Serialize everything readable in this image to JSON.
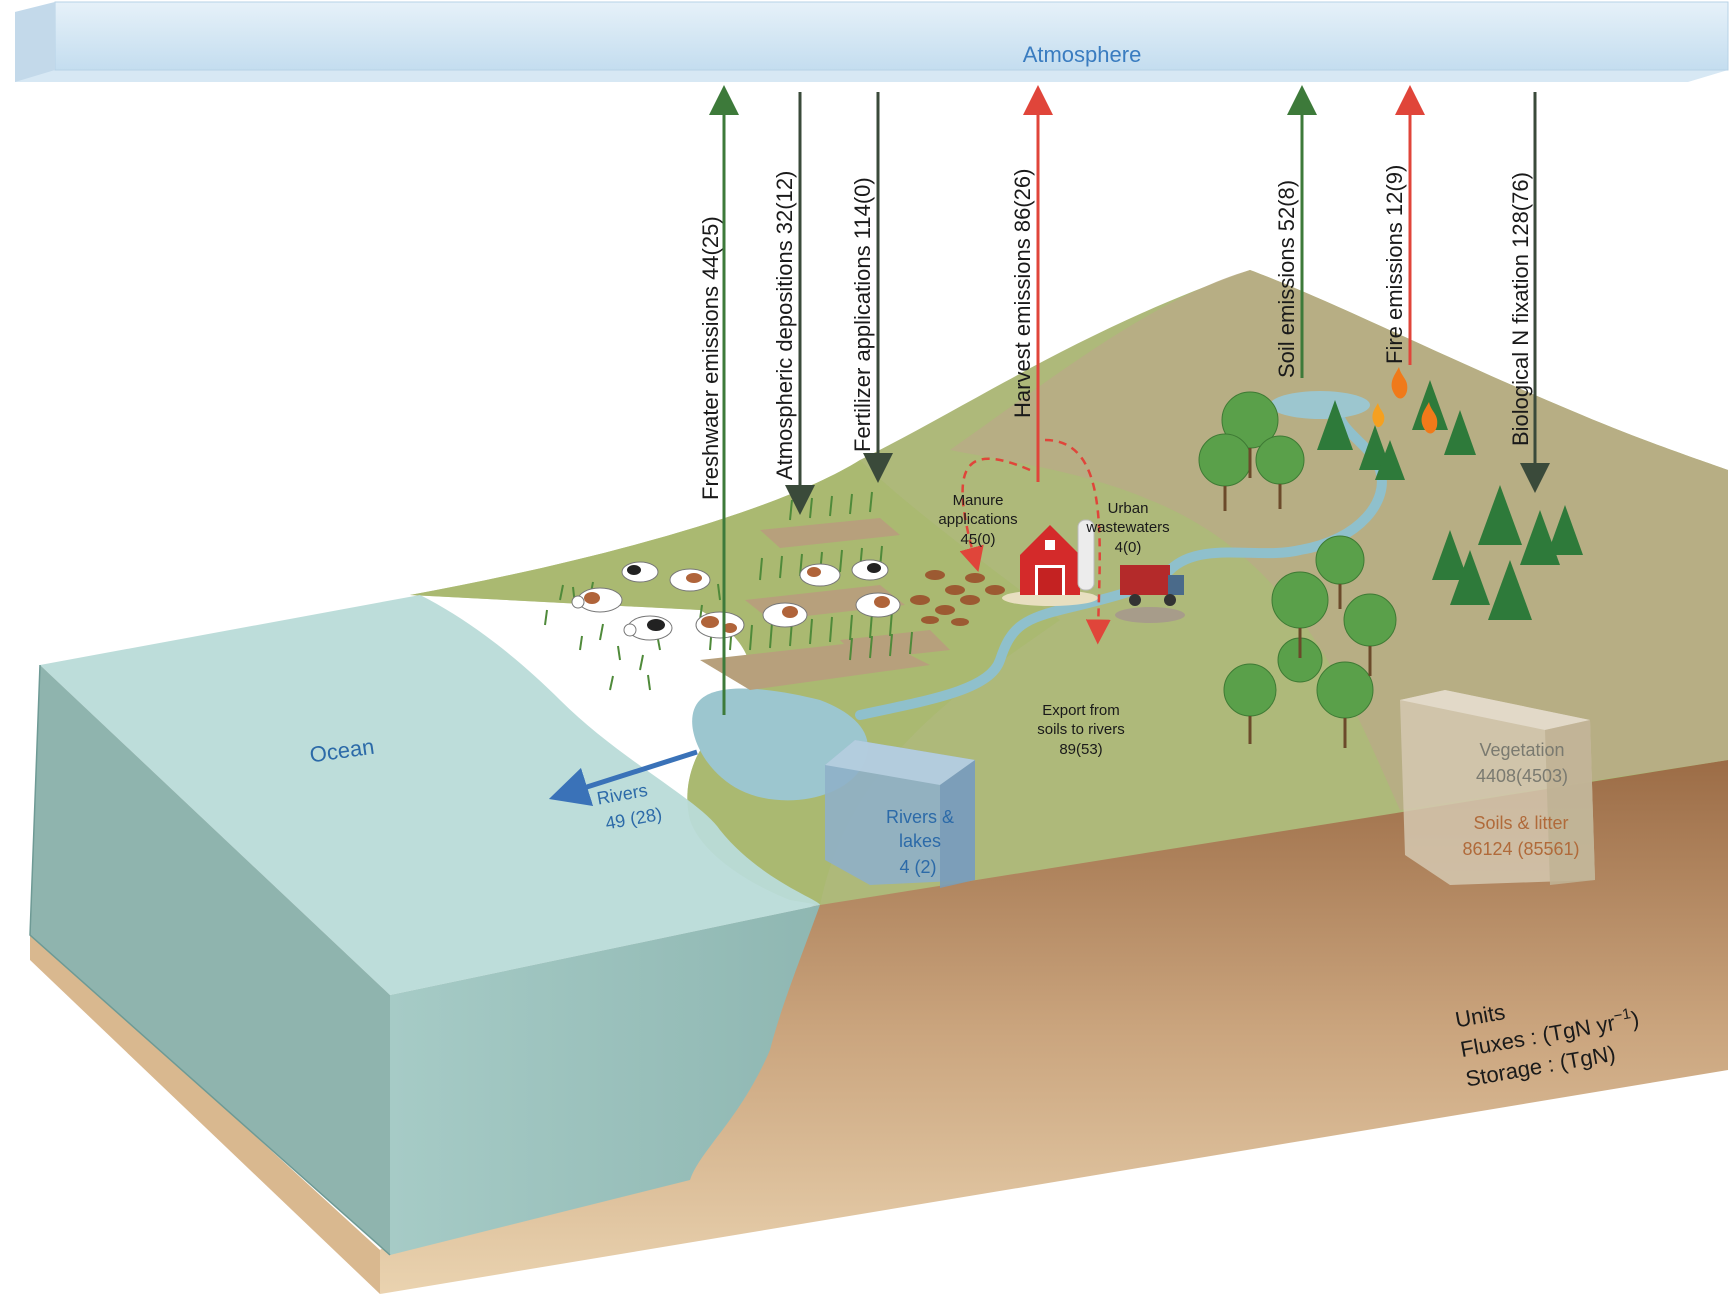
{
  "atmosphere": {
    "label": "Atmosphere"
  },
  "fluxes": {
    "freshwater_emissions": "Freshwater emissions  44(25)",
    "atmospheric_depositions": "Atmospheric depositions 32(12)",
    "fertilizer_applications": "Fertilizer applications 114(0)",
    "harvest_emissions": "Harvest emissions 86(26)",
    "soil_emissions": "Soil emissions  52(8)",
    "fire_emissions": "Fire emissions  12(9)",
    "biological_n_fixation": "Biological N fixation  128(76)"
  },
  "manure": {
    "line1": "Manure",
    "line2": "applications",
    "line3": "45(0)"
  },
  "urban": {
    "line1": "Urban",
    "line2": "wastewaters",
    "line3": "4(0)"
  },
  "export": {
    "line1": "Export from",
    "line2": "soils to rivers",
    "line3": "89(53)"
  },
  "ocean": {
    "label": "Ocean"
  },
  "rivers_flux": {
    "line1": "Rivers",
    "line2": "49 (28)"
  },
  "rivers_lakes": {
    "line1": "Rivers &",
    "line2": "lakes",
    "line3": "4 (2)"
  },
  "vegetation": {
    "label": "Vegetation",
    "value": "4408(4503)"
  },
  "soils": {
    "label": "Soils & litter",
    "value": "86124 (85561)"
  },
  "units": {
    "title": "Units",
    "fluxes": "Fluxes : (TgN yr",
    "fluxes_sup": "−1",
    "fluxes_close": ")",
    "storage": "Storage : (TgN)"
  },
  "colors": {
    "emission_green": "#3d7a3a",
    "emission_red": "#e0453a",
    "deposition_dark": "#3a4a3a",
    "ocean": "#9ccbc9",
    "rivers_blue": "#3a72b8",
    "atmosphere": "#cfe4f3"
  }
}
